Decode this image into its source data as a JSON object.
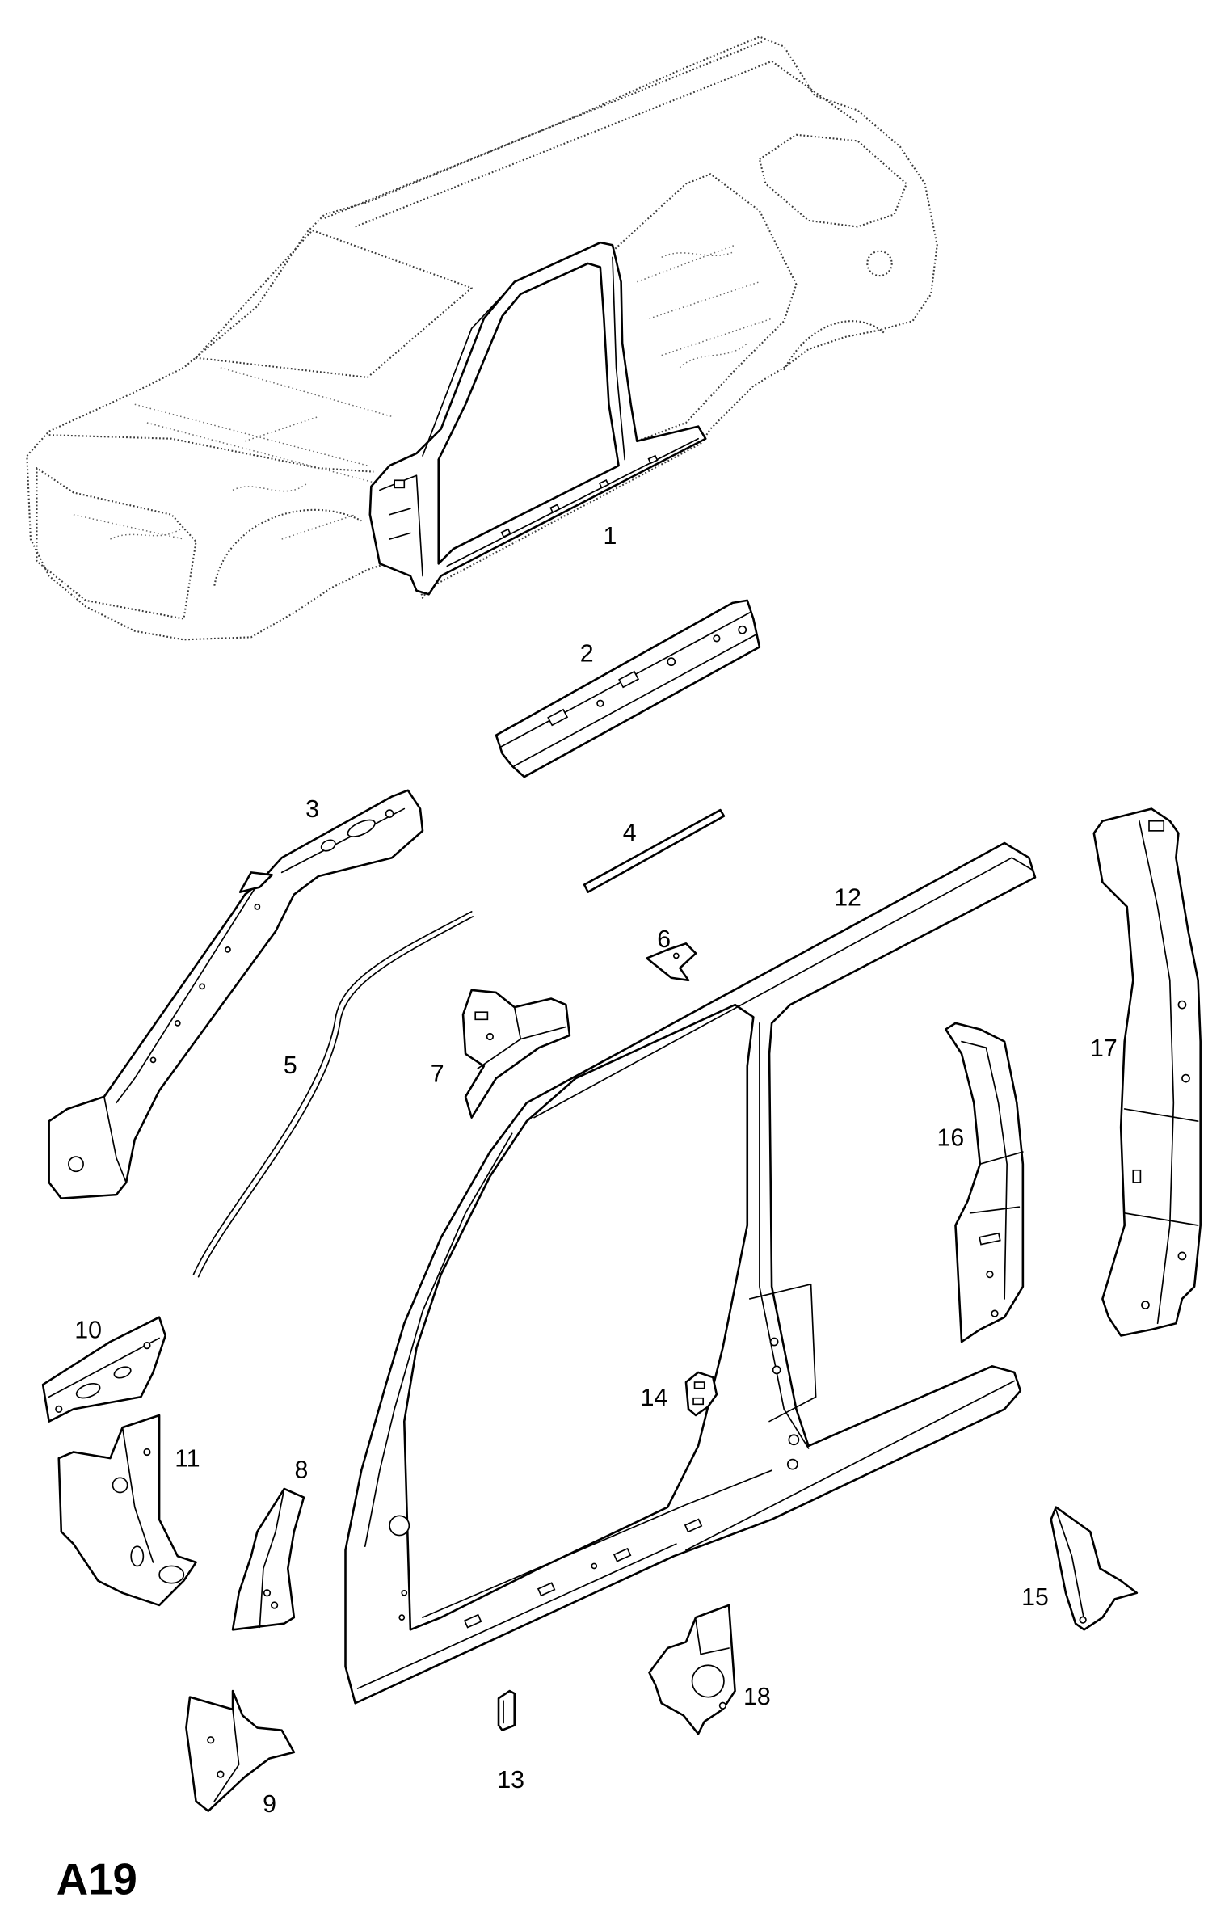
{
  "diagram": {
    "sheet_code": "A19",
    "callouts": [
      {
        "label": "1"
      },
      {
        "label": "2"
      },
      {
        "label": "3"
      },
      {
        "label": "4"
      },
      {
        "label": "5"
      },
      {
        "label": "6"
      },
      {
        "label": "7"
      },
      {
        "label": "8"
      },
      {
        "label": "9"
      },
      {
        "label": "10"
      },
      {
        "label": "11"
      },
      {
        "label": "12"
      },
      {
        "label": "13"
      },
      {
        "label": "14"
      },
      {
        "label": "15"
      },
      {
        "label": "16"
      },
      {
        "label": "17"
      },
      {
        "label": "18"
      }
    ]
  }
}
